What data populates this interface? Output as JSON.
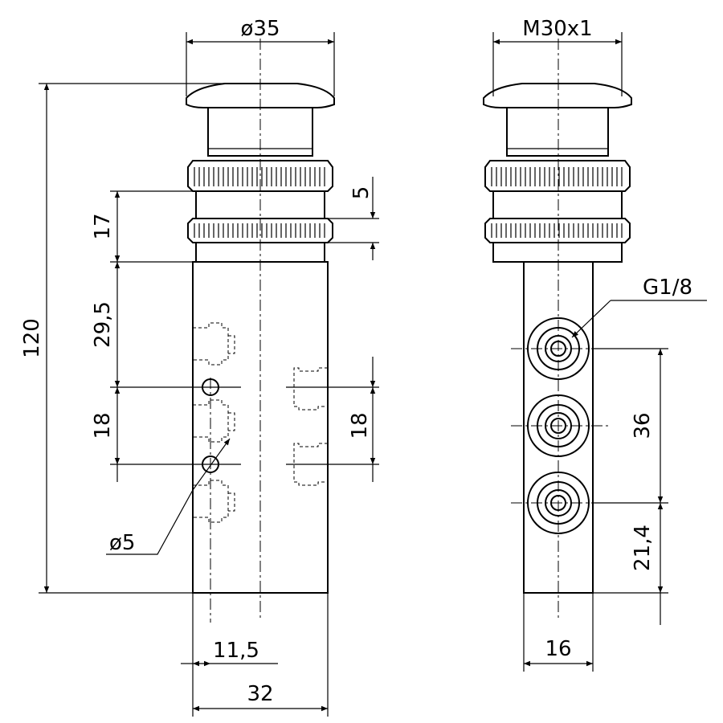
{
  "drawing": {
    "front_view": {
      "dims": {
        "head_diameter": "ø35",
        "overall_height": "120",
        "nut_section": "17",
        "nut_thickness": "5",
        "body_upper": "29,5",
        "port_spacing_left": "18",
        "port_spacing_right": "18",
        "hole_diameter": "ø5",
        "hole_offset": "11,5",
        "body_width": "32"
      }
    },
    "side_view": {
      "dims": {
        "thread": "M30x1",
        "port_thread": "G1/8",
        "port_spacing": "36",
        "port_bottom": "21,4",
        "body_width": "16"
      }
    }
  }
}
